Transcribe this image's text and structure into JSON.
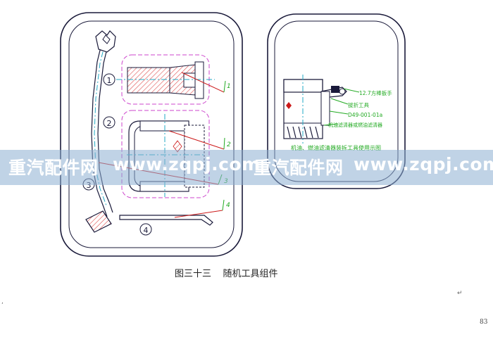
{
  "diagram": {
    "part_numbers": {
      "p1": "1",
      "p2": "2",
      "p3": "3",
      "p4": "4"
    },
    "leader_labels": {
      "l1": "1",
      "l2": "2",
      "l3": "3",
      "l4": "4"
    },
    "right_panel": {
      "label_wrench": "12.7方棒扳手",
      "label_tool": "拔折工具",
      "label_part_no": "D49-001-01a",
      "label_filter": "机油滤清器或燃油滤清器",
      "title": "机油、燃油滤清器装拆工具使用示图"
    }
  },
  "watermark": {
    "text_1": "重汽配件网",
    "text_2": "www.zqpj.com",
    "text_3": "重汽配件网",
    "text_4": "www.zqpj.com"
  },
  "caption": {
    "figure_label": "图三十三",
    "title": "随机工具组件"
  },
  "page_number": "83",
  "colors": {
    "outline": "#1a1a3a",
    "cyan": "#22a9c4",
    "magenta": "#cc44cc",
    "green": "#22aa22",
    "red": "#cc1a1a",
    "hatch": "#e05050",
    "watermark_band": "#8cafd2"
  }
}
